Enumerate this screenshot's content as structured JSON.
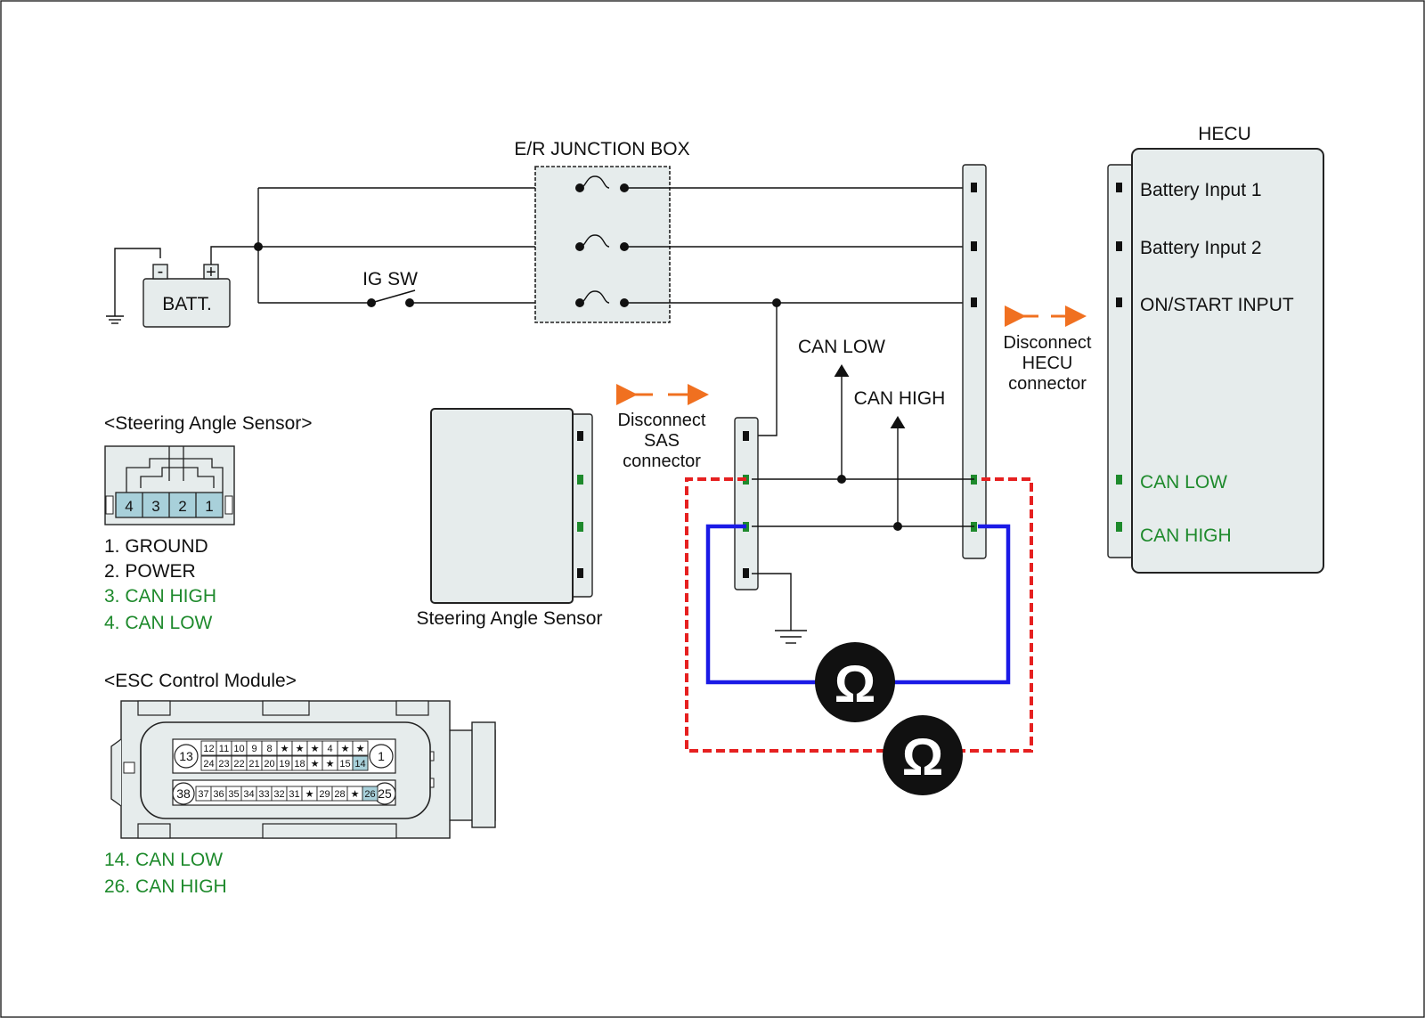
{
  "colors": {
    "wire": "#111111",
    "can_high_meter_lead": "#1a1ae6",
    "can_low_meter_lead": "#e62020",
    "disconnect_arrow": "#f07020",
    "highlight_text": "#1e8a2c",
    "component_fill": "#e6ecec",
    "pin_fill_green": "#1e8a2c",
    "esc_pin_highlight": "#a8d0da"
  },
  "icons": {
    "ohmmeter": "ohm-symbol",
    "ground": "ground-symbol",
    "fuse": "fuse-symbol",
    "switch": "switch-symbol",
    "arrow": "double-arrow"
  },
  "labels": {
    "junction_box": "E/R JUNCTION BOX",
    "battery": "BATT.",
    "batt_neg": "-",
    "batt_pos": "+",
    "ig_sw": "IG SW",
    "hecu": "HECU",
    "can_low_arrow": "CAN LOW",
    "can_high_arrow": "CAN HIGH",
    "sas_component": "Steering Angle Sensor",
    "ohm": "Ω"
  },
  "disconnect_sas": [
    "Disconnect",
    "SAS",
    "connector"
  ],
  "disconnect_hecu": [
    "Disconnect",
    "HECU",
    "connector"
  ],
  "hecu_pins": {
    "battery_input_1": "Battery Input 1",
    "battery_input_2": "Battery Input 2",
    "on_start_input": "ON/START INPUT",
    "can_low": "CAN LOW",
    "can_high": "CAN HIGH"
  },
  "sas_connector": {
    "title": "<Steering Angle Sensor>",
    "pins": [
      "4",
      "3",
      "2",
      "1"
    ],
    "legend": [
      {
        "text": "1. GROUND",
        "highlight": false
      },
      {
        "text": "2. POWER",
        "highlight": false
      },
      {
        "text": "3. CAN HIGH",
        "highlight": true
      },
      {
        "text": "4. CAN LOW",
        "highlight": true
      }
    ]
  },
  "esc_connector": {
    "title": "<ESC Control Module>",
    "left_big_top": "13",
    "right_big_top": "1",
    "left_big_bottom": "38",
    "right_big_bottom": "25",
    "row1": [
      "12",
      "11",
      "10",
      "9",
      "8",
      "★",
      "★",
      "★",
      "4",
      "★",
      "★"
    ],
    "row2": [
      "24",
      "23",
      "22",
      "21",
      "20",
      "19",
      "18",
      "★",
      "★",
      "15",
      "14"
    ],
    "row3": [
      "37",
      "36",
      "35",
      "34",
      "33",
      "32",
      "31",
      "★",
      "29",
      "28",
      "★",
      "26"
    ],
    "highlight_pins": [
      "14",
      "26"
    ],
    "legend": [
      {
        "text": "14. CAN LOW",
        "highlight": true
      },
      {
        "text": "26. CAN HIGH",
        "highlight": true
      }
    ]
  }
}
